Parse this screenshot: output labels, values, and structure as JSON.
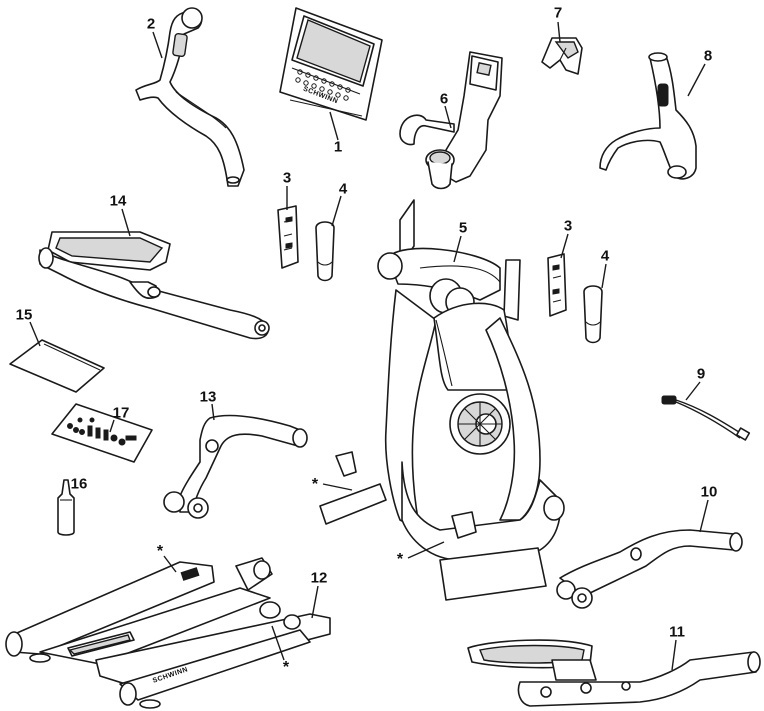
{
  "callouts": {
    "console": "1",
    "left_handlebar": "2",
    "shroud_left_a": "3",
    "shroud_left_b": "4",
    "main_frame": "5",
    "center_post": "6",
    "bracket": "7",
    "right_handlebar": "8",
    "power_adapter": "9",
    "right_lower_arm": "10",
    "right_pedal_arm": "11",
    "base_stabilizer": "12",
    "left_lower_arm": "13",
    "left_pedal_arm": "14",
    "manual": "15",
    "lubricant": "16",
    "hardware_card": "17",
    "shroud_right_a": "3",
    "shroud_right_b": "4"
  },
  "asterisk_marks": [
    "*",
    "*",
    "*",
    "*"
  ],
  "brand_marks": {
    "console_logo": "SCHWINN",
    "base_logo": "SCHWINN"
  },
  "colors": {
    "line": "#1a1a1a",
    "background": "#ffffff"
  }
}
